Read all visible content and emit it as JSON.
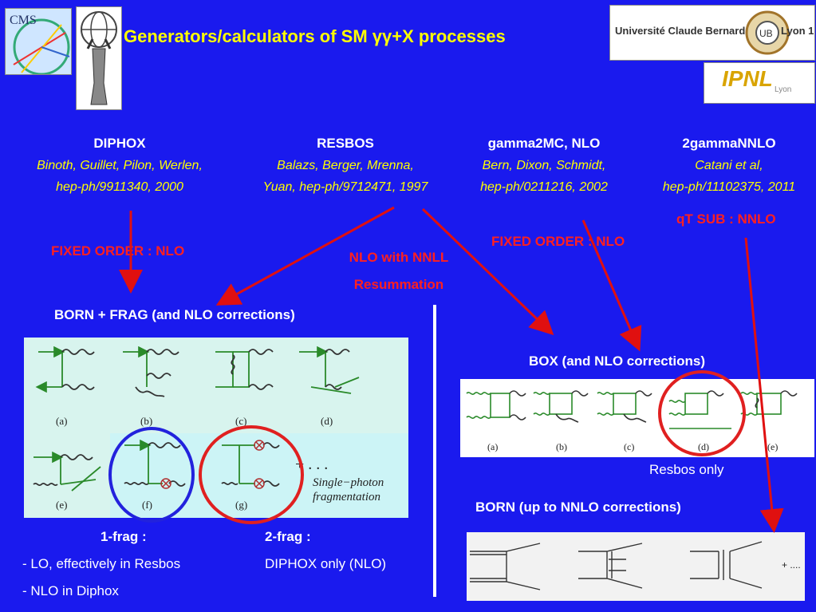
{
  "title": "Generators/calculators of SM γγ+X processes",
  "logos": {
    "cms": "CMS",
    "university": "Université Claude Bernard",
    "lyon": "Lyon 1",
    "ipnl": "IPNL",
    "ipnl_sub": "Lyon"
  },
  "columns": [
    {
      "name": "DIPHOX",
      "authors": "Binoth, Guillet, Pilon, Werlen,",
      "ref": "hep-ph/9911340, 2000"
    },
    {
      "name": "RESBOS",
      "authors": "Balazs, Berger, Mrenna,",
      "ref": "Yuan, hep-ph/9712471, 1997"
    },
    {
      "name": "gamma2MC, NLO",
      "authors": "Bern, Dixon, Schmidt,",
      "ref": "hep-ph/0211216, 2002"
    },
    {
      "name": "2gammaNNLO",
      "authors": "Catani et al,",
      "ref": "hep-ph/11102375, 2011"
    }
  ],
  "labels": {
    "fixed_order_1": "FIXED ORDER : NLO",
    "fixed_order_2": "FIXED ORDER : NLO",
    "nlo_nnll_1": "NLO with NNLL",
    "nlo_nnll_2": "Resummation",
    "qt_sub": "qT SUB : NNLO"
  },
  "sections": {
    "born_frag": "BORN + FRAG (and NLO corrections)",
    "box": "BOX (and NLO corrections)",
    "resbos_only": "Resbos only",
    "born_nnlo": "BORN (up to NNLO corrections)"
  },
  "frag_diagrams": {
    "labels": [
      "(a)",
      "(b)",
      "(c)",
      "(d)",
      "(e)",
      "(f)",
      "(g)"
    ],
    "plus": "+ . . .",
    "caption_1": "Single−photon",
    "caption_2": "fragmentation"
  },
  "box_diagrams": {
    "labels": [
      "(a)",
      "(b)",
      "(c)",
      "(d)",
      "(e)"
    ]
  },
  "born_diagrams": {
    "plus": "+ ...."
  },
  "notes": {
    "one_frag_title": "1-frag :",
    "one_frag_1": "- LO, effectively in Resbos",
    "one_frag_2": "- NLO in Diphox",
    "two_frag_title": "2-frag :",
    "two_frag_1": "DIPHOX only (NLO)"
  }
}
